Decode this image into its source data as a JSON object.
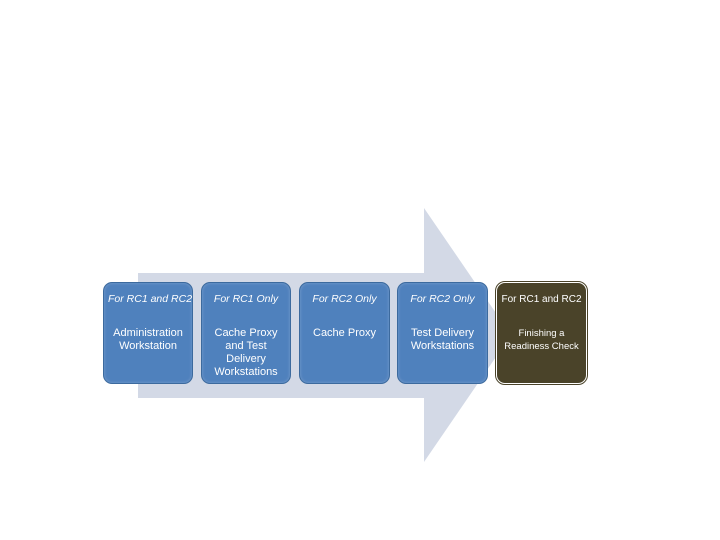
{
  "colors": {
    "arrow": "#d3d9e6",
    "step_fill": "#4f81bd",
    "final_fill": "#4a4329",
    "text": "#ffffff"
  },
  "steps": [
    {
      "tag": "For RC1 and RC2",
      "label": "Administration Workstation",
      "color": "#4f81bd"
    },
    {
      "tag": "For RC1 Only",
      "label": "Cache Proxy and Test Delivery Workstations",
      "color": "#4f81bd"
    },
    {
      "tag": "For RC2 Only",
      "label": "Cache Proxy",
      "color": "#4f81bd"
    },
    {
      "tag": "For RC2 Only",
      "label": "Test Delivery Workstations",
      "color": "#4f81bd"
    },
    {
      "tag": "For RC1 and RC2",
      "label": "Finishing a Readiness Check",
      "color": "#4a4329"
    }
  ]
}
